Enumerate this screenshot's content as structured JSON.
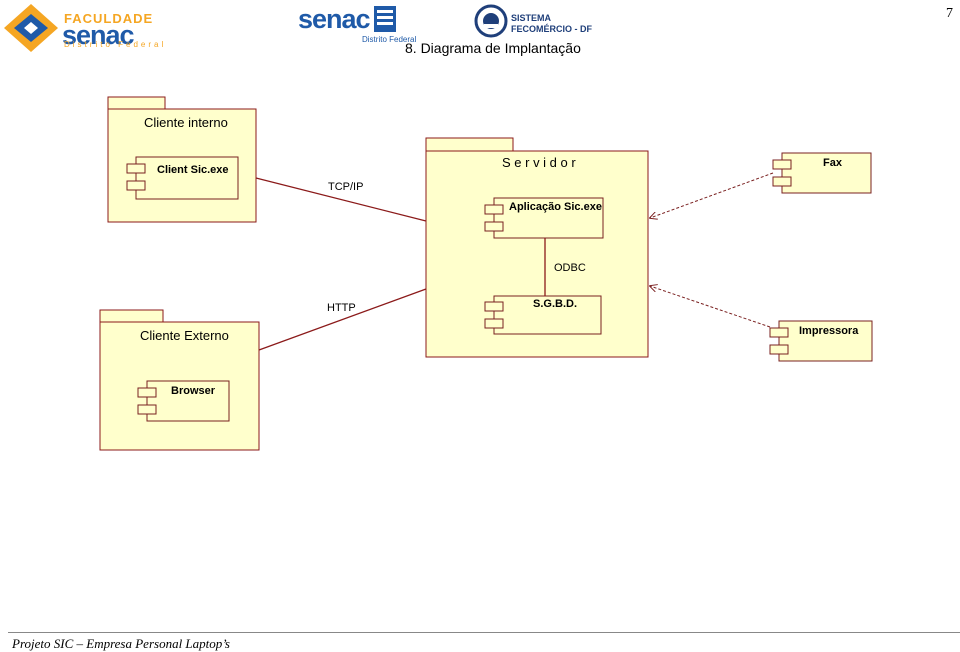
{
  "page_number": "7",
  "title": "8. Diagrama de Implantação",
  "logos": {
    "faculdade": {
      "line1": "FACULDADE",
      "line2": "senac",
      "line3": "Distrito Federal"
    },
    "senac": {
      "line1": "senac",
      "line2": "Distrito Federal"
    },
    "fecomercio": {
      "line1": "SISTEMA",
      "line2": "FECOMÉRCIO - DF"
    }
  },
  "nodes": {
    "cliente_interno": {
      "label": "Cliente interno",
      "component": "Client Sic.exe"
    },
    "servidor": {
      "label": "S e r v i d o r",
      "components": [
        "Aplicação Sic.exe",
        "S.G.B.D."
      ]
    },
    "cliente_externo": {
      "label": "Cliente Externo",
      "component": "Browser"
    },
    "fax": {
      "label": "Fax"
    },
    "impressora": {
      "label": "Impressora"
    }
  },
  "connections": {
    "tcp_ip": "TCP/IP",
    "http": "HTTP",
    "odbc": "ODBC"
  },
  "colors": {
    "node_fill": "#ffffcc",
    "node_border": "#8b1a1a",
    "component_border": "#7a2020"
  },
  "footer": "Projeto SIC – Empresa Personal Laptop’s"
}
